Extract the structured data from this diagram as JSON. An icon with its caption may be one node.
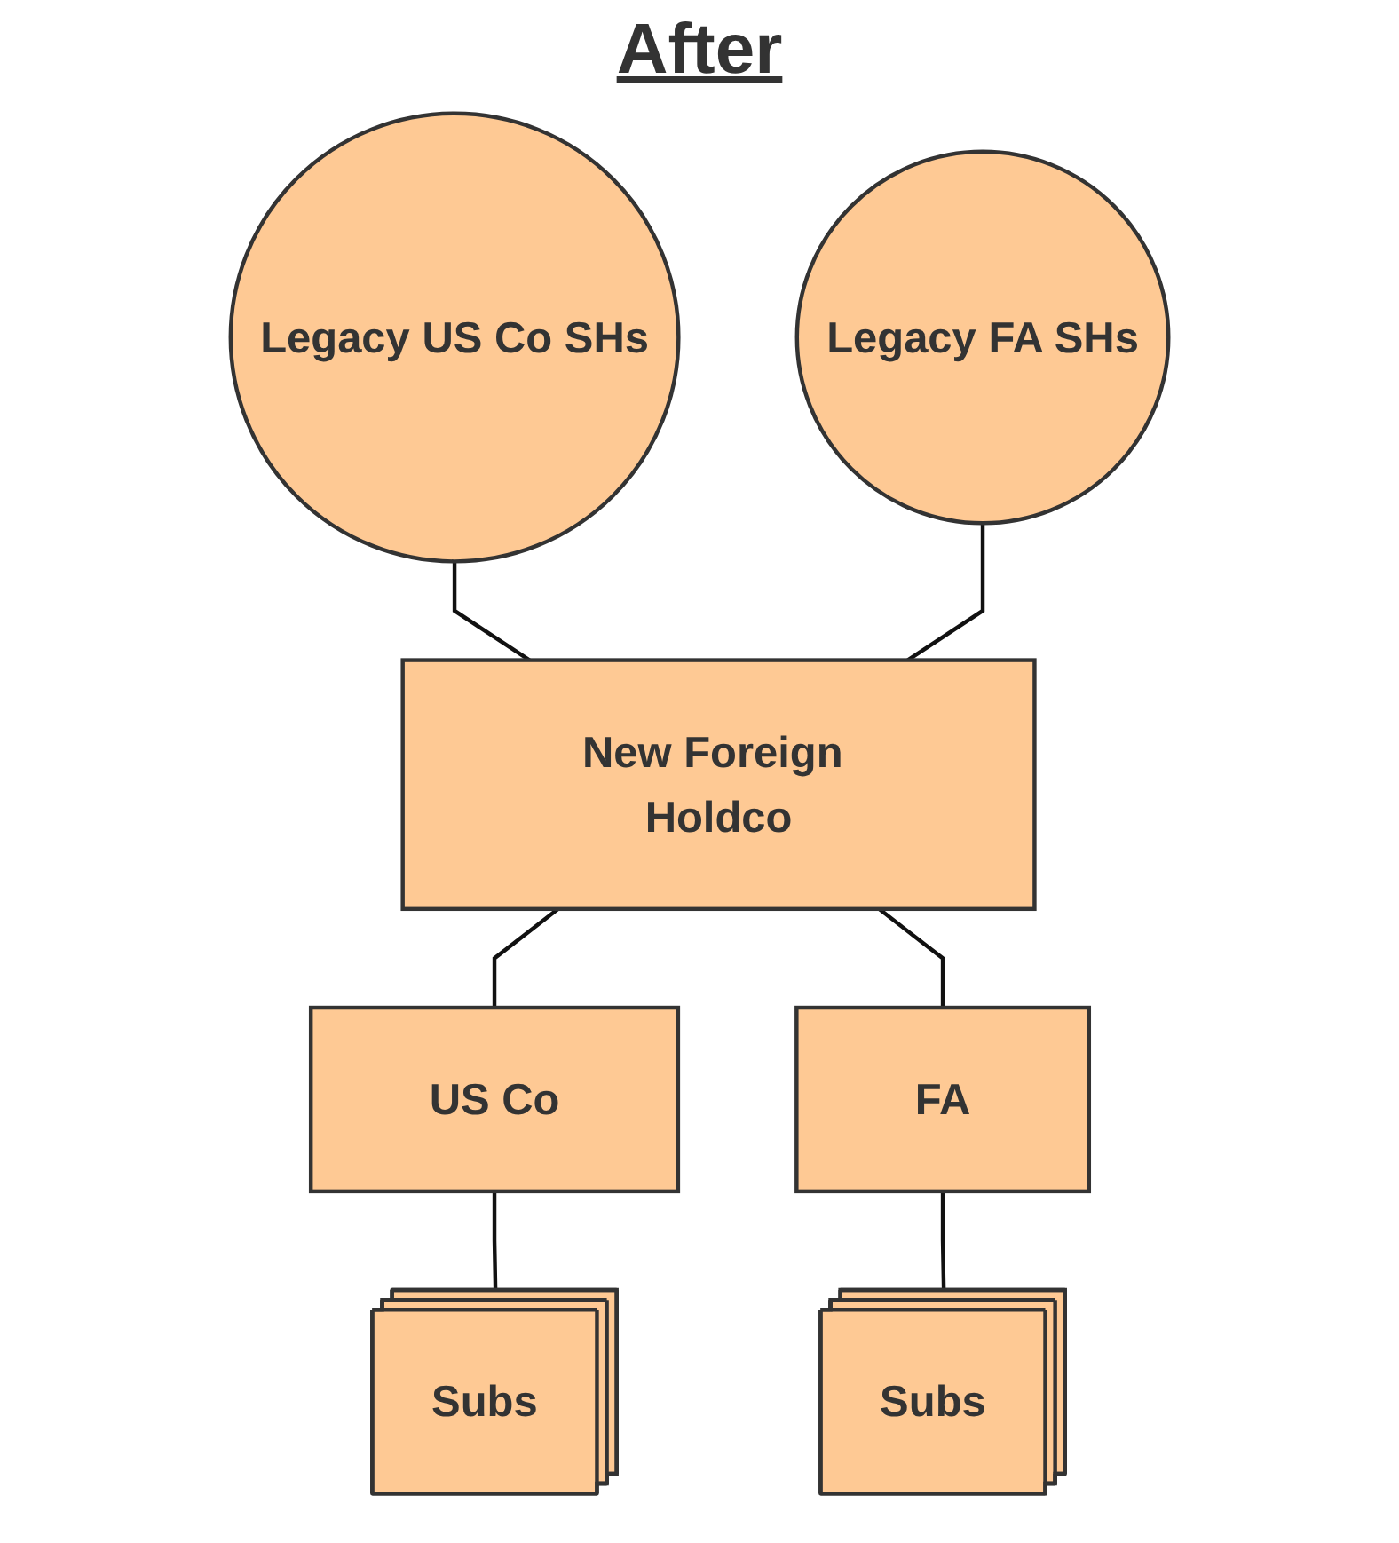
{
  "diagram": {
    "title": "After",
    "nodes": [
      {
        "text": [
          "Legacy US Co SHs"
        ]
      },
      {
        "text": [
          "Legacy FA SHs"
        ]
      },
      {
        "text": [
          "New Foreign Holdco"
        ]
      },
      {
        "text": [
          "US Co"
        ]
      },
      {
        "text": [
          "FA"
        ]
      },
      {
        "text": [
          "Subs"
        ]
      },
      {
        "text": [
          "Subs"
        ]
      }
    ],
    "edges": [
      {
        "from": 0,
        "to": 2,
        "arrow": "none"
      },
      {
        "from": 1,
        "to": 2,
        "arrow": "none"
      },
      {
        "from": 2,
        "to": 3,
        "arrow": "none"
      },
      {
        "from": 2,
        "to": 4,
        "arrow": "none"
      },
      {
        "from": 3,
        "to": 5,
        "arrow": "none"
      },
      {
        "from": 4,
        "to": 6,
        "arrow": "none"
      }
    ]
  }
}
